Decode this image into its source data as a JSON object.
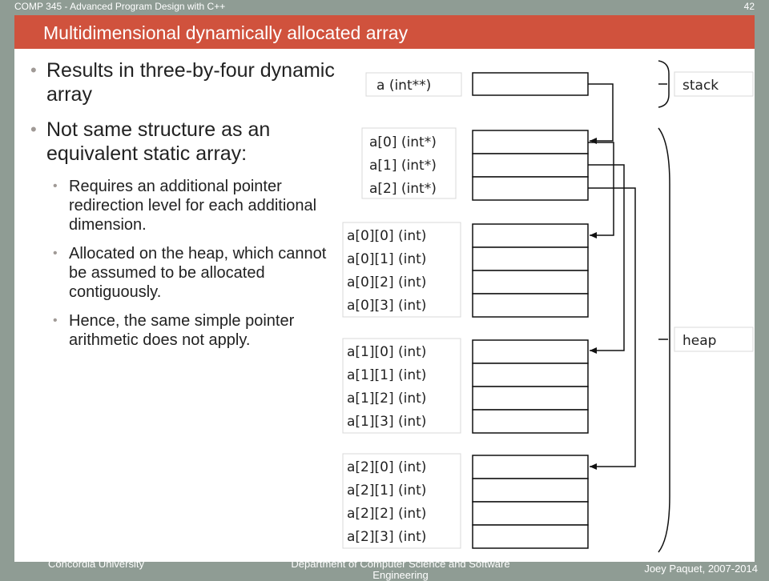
{
  "header": {
    "course": "COMP 345 - Advanced Program Design with C++",
    "page": "42"
  },
  "title": "Multidimensional dynamically allocated array",
  "bullets": [
    {
      "text": "Results in three-by-four dynamic array",
      "subs": []
    },
    {
      "text": "Not same structure as an equivalent static array:",
      "subs": [
        "Requires an additional pointer redirection level for each additional dimension.",
        "Allocated on the heap, which cannot be assumed to be allocated contiguously.",
        "Hence, the same simple pointer arithmetic does not apply."
      ]
    }
  ],
  "diagram": {
    "pointer_label": "a (int**)",
    "row_pointers": [
      "a[0] (int*)",
      "a[1] (int*)",
      "a[2] (int*)"
    ],
    "rows": [
      [
        "a[0][0] (int)",
        "a[0][1] (int)",
        "a[0][2] (int)",
        "a[0][3] (int)"
      ],
      [
        "a[1][0] (int)",
        "a[1][1] (int)",
        "a[1][2] (int)",
        "a[1][3] (int)"
      ],
      [
        "a[2][0] (int)",
        "a[2][1] (int)",
        "a[2][2] (int)",
        "a[2][3] (int)"
      ]
    ],
    "stack_label": "stack",
    "heap_label": "heap"
  },
  "footer": {
    "left": "Concordia University",
    "center": "Department of Computer Science and Software Engineering",
    "right": "Joey Paquet, 2007-2014"
  },
  "colors": {
    "background": "#8f9c94",
    "title_bar": "#d0523d",
    "slide": "#ffffff"
  }
}
